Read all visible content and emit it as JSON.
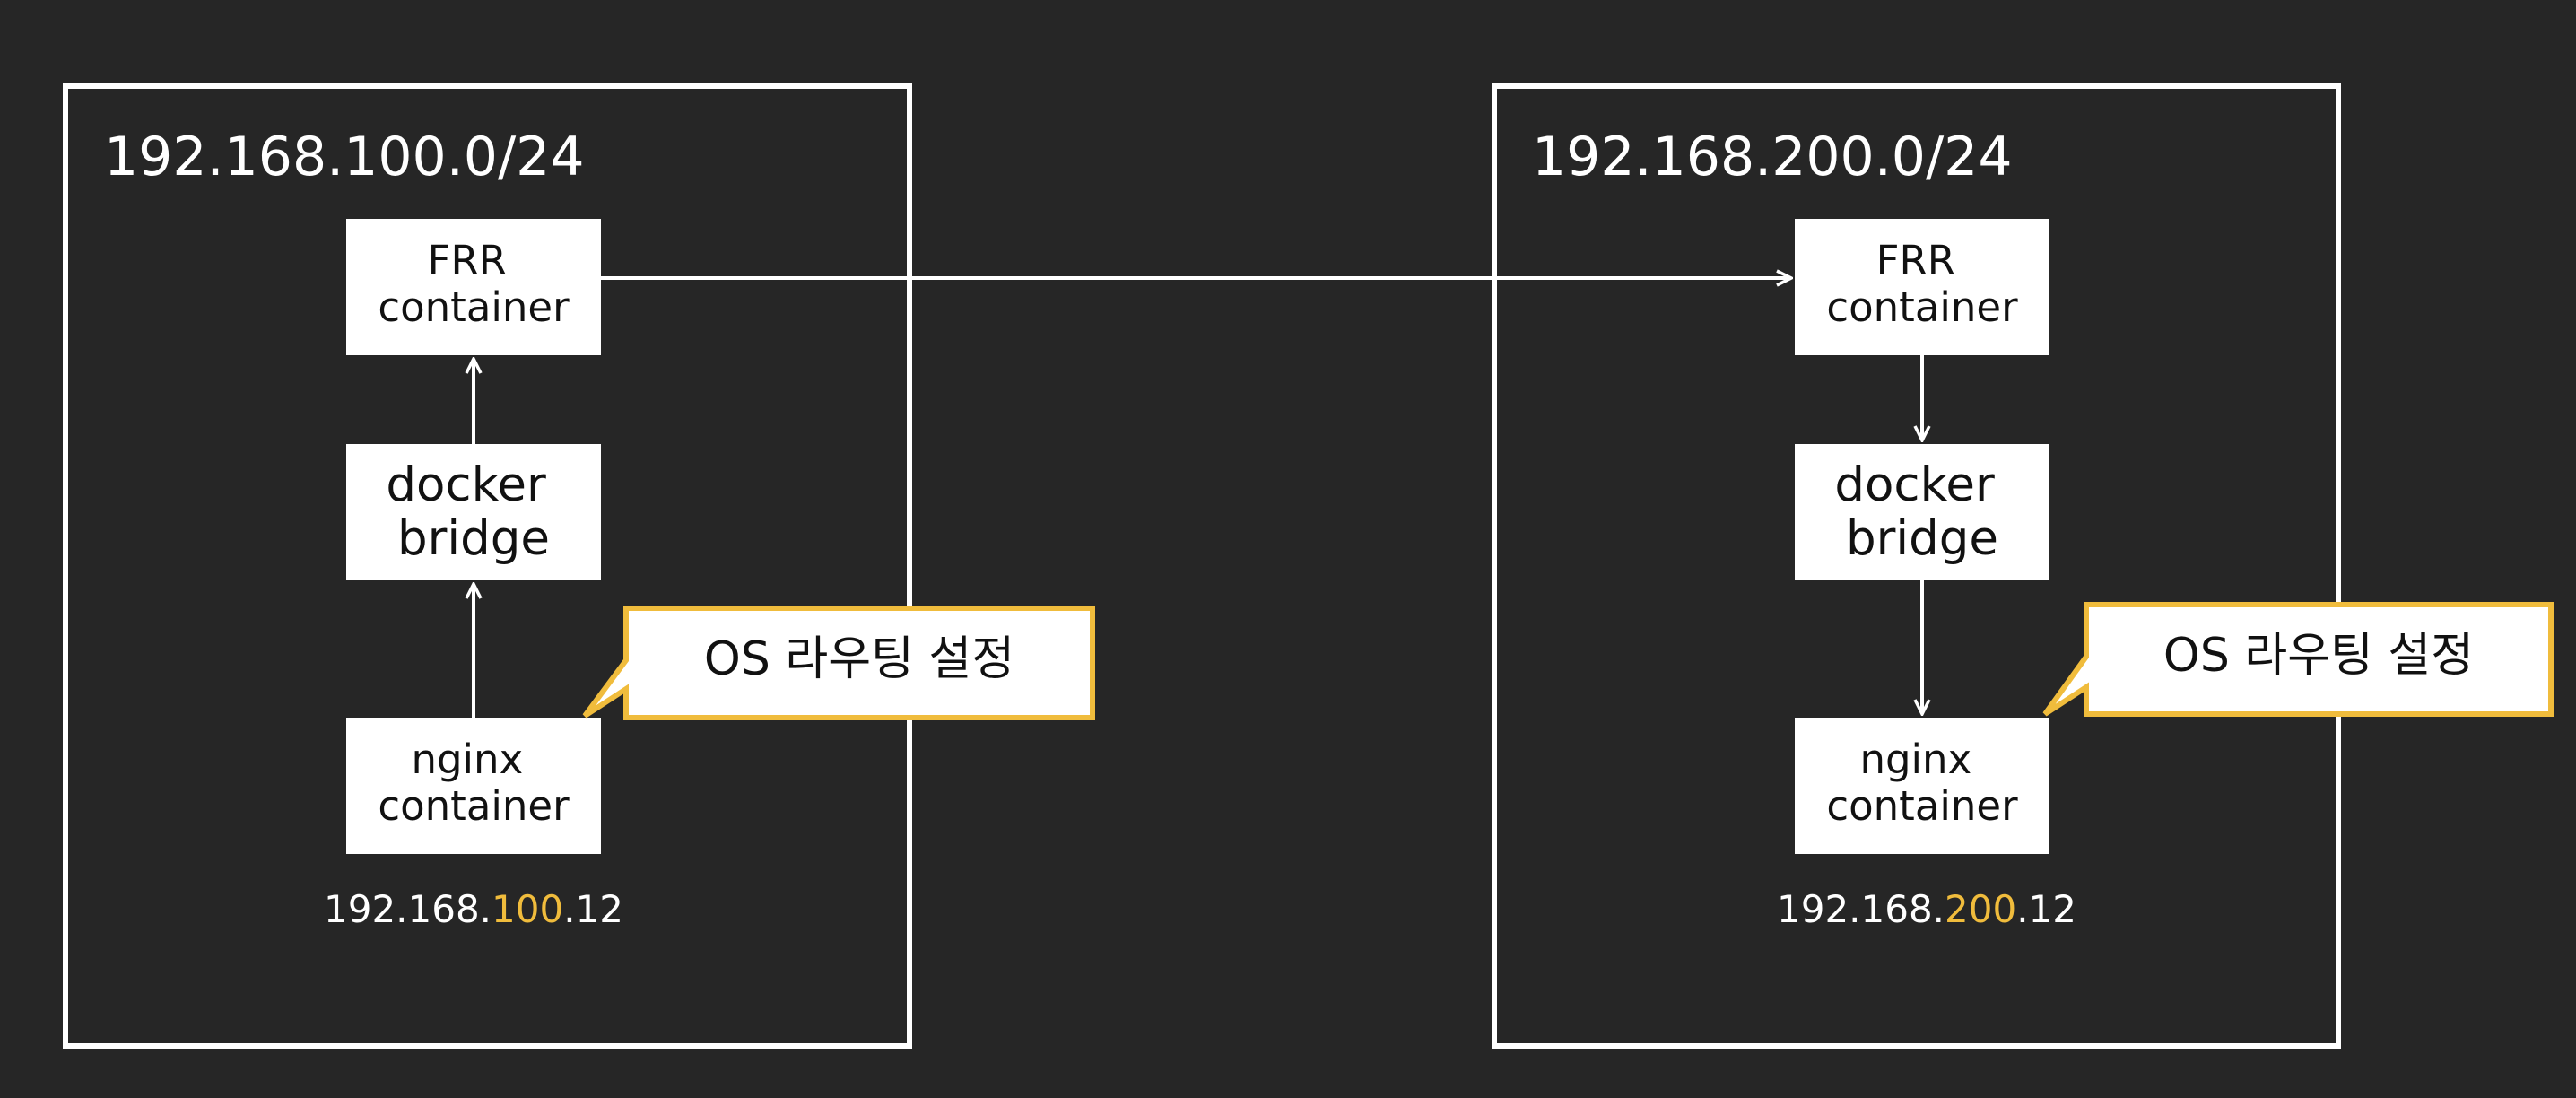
{
  "colors": {
    "background": "#262626",
    "foreground": "#ffffff",
    "node_text": "#111111",
    "accent": "#f0bc3c"
  },
  "left_network": {
    "subnet": "192.168.100.0/24",
    "frr": [
      "FRR",
      "container"
    ],
    "bridge": [
      "docker",
      "bridge"
    ],
    "nginx": [
      "nginx",
      "container"
    ],
    "ip_prefix": "192.168.",
    "ip_highlight": "100",
    "ip_suffix": ".12",
    "callout": "OS 라우팅 설정"
  },
  "right_network": {
    "subnet": "192.168.200.0/24",
    "frr": [
      "FRR",
      "container"
    ],
    "bridge": [
      "docker",
      "bridge"
    ],
    "nginx": [
      "nginx",
      "container"
    ],
    "ip_prefix": "192.168.",
    "ip_highlight": "200",
    "ip_suffix": ".12",
    "callout": "OS 라우팅 설정"
  }
}
